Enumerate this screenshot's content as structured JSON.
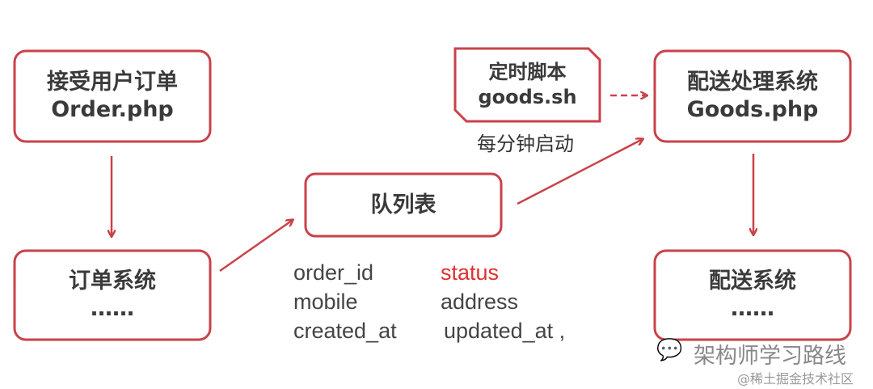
{
  "colors": {
    "stroke": "#c9424a",
    "text": "#3a3a3a",
    "highlight": "#e03030"
  },
  "nodes": {
    "order": {
      "line1": "接受用户订单",
      "line2": "Order.php"
    },
    "order_system": {
      "line1": "订单系统",
      "line2": "……"
    },
    "queue": {
      "line1": "队列表"
    },
    "script": {
      "line1": "定时脚本",
      "line2": "goods.sh",
      "note": "每分钟启动"
    },
    "goods": {
      "line1": "配送处理系统",
      "line2": "Goods.php"
    },
    "delivery": {
      "line1": "配送系统",
      "line2": "……"
    }
  },
  "fields": [
    "order_id",
    "status",
    "mobile",
    "address",
    "created_at",
    "updated_at ,"
  ],
  "watermark": {
    "line1": "架构师学习路线",
    "line2": "@稀土掘金技术社区"
  }
}
